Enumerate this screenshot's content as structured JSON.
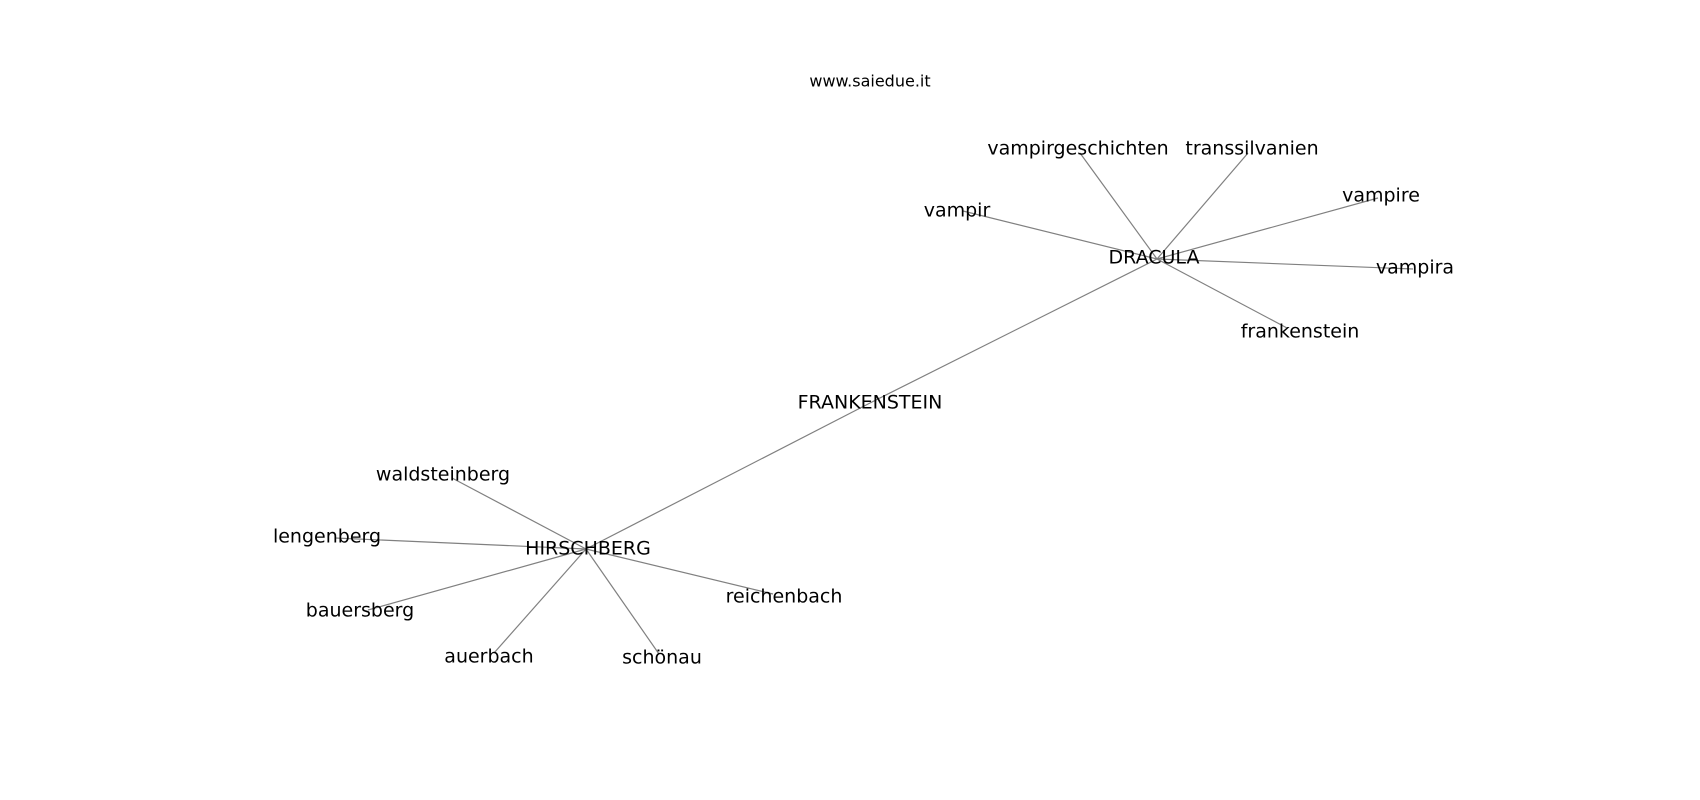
{
  "watermark": "www.saiedue.it",
  "graph": {
    "nodes": [
      {
        "id": "FRANKENSTEIN",
        "label": "FRANKENSTEIN",
        "kind": "hub"
      },
      {
        "id": "DRACULA",
        "label": "DRACULA",
        "kind": "hub"
      },
      {
        "id": "HIRSCHBERG",
        "label": "HIRSCHBERG",
        "kind": "hub"
      },
      {
        "id": "vampirgeschichten",
        "label": "vampirgeschichten",
        "kind": "leaf"
      },
      {
        "id": "transsilvanien",
        "label": "transsilvanien",
        "kind": "leaf"
      },
      {
        "id": "vampire",
        "label": "vampire",
        "kind": "leaf"
      },
      {
        "id": "vampir",
        "label": "vampir",
        "kind": "leaf"
      },
      {
        "id": "vampira",
        "label": "vampira",
        "kind": "leaf"
      },
      {
        "id": "frankenstein",
        "label": "frankenstein",
        "kind": "leaf"
      },
      {
        "id": "waldsteinberg",
        "label": "waldsteinberg",
        "kind": "leaf"
      },
      {
        "id": "lengenberg",
        "label": "lengenberg",
        "kind": "leaf"
      },
      {
        "id": "bauersberg",
        "label": "bauersberg",
        "kind": "leaf"
      },
      {
        "id": "auerbach",
        "label": "auerbach",
        "kind": "leaf"
      },
      {
        "id": "schönau",
        "label": "schönau",
        "kind": "leaf"
      },
      {
        "id": "reichenbach",
        "label": "reichenbach",
        "kind": "leaf"
      }
    ],
    "edges": [
      [
        "FRANKENSTEIN",
        "DRACULA"
      ],
      [
        "FRANKENSTEIN",
        "HIRSCHBERG"
      ],
      [
        "DRACULA",
        "vampirgeschichten"
      ],
      [
        "DRACULA",
        "transsilvanien"
      ],
      [
        "DRACULA",
        "vampire"
      ],
      [
        "DRACULA",
        "vampir"
      ],
      [
        "DRACULA",
        "vampira"
      ],
      [
        "DRACULA",
        "frankenstein"
      ],
      [
        "HIRSCHBERG",
        "waldsteinberg"
      ],
      [
        "HIRSCHBERG",
        "lengenberg"
      ],
      [
        "HIRSCHBERG",
        "bauersberg"
      ],
      [
        "HIRSCHBERG",
        "auerbach"
      ],
      [
        "HIRSCHBERG",
        "schönau"
      ],
      [
        "HIRSCHBERG",
        "reichenbach"
      ]
    ],
    "edge_color": "#808080",
    "label_color": "#000000"
  }
}
